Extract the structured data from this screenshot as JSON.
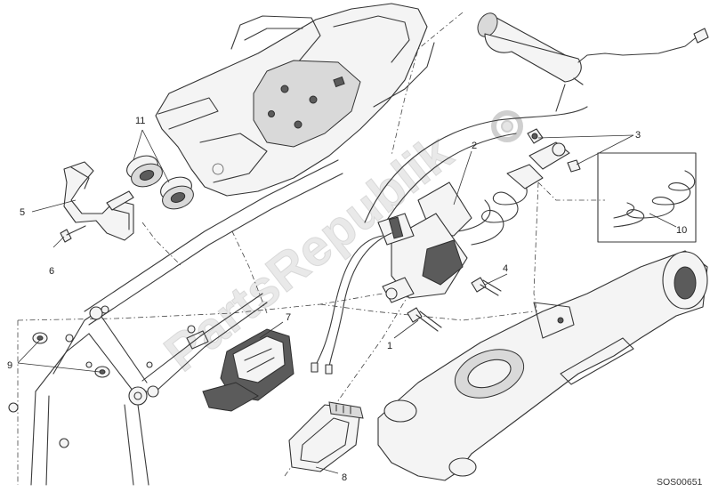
{
  "diagram": {
    "drawing_code": "SOS00651",
    "watermark": "PartsRepublik",
    "callouts": [
      "1",
      "2",
      "3",
      "4",
      "5",
      "6",
      "7",
      "8",
      "9",
      "10",
      "11"
    ]
  }
}
